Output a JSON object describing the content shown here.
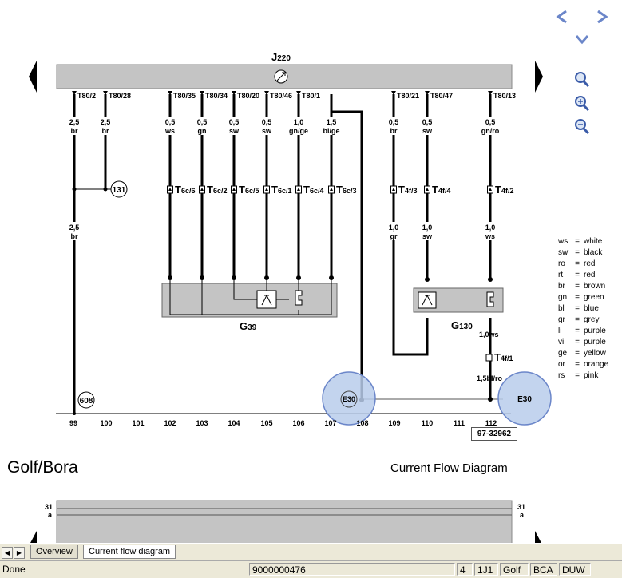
{
  "diagram": {
    "control_unit": {
      "letter": "J",
      "sub": "220"
    },
    "connectors": [
      {
        "label": "T80/2"
      },
      {
        "label": "T80/28"
      },
      {
        "label": "T80/35"
      },
      {
        "label": "T80/34"
      },
      {
        "label": "T80/20"
      },
      {
        "label": "T80/46"
      },
      {
        "label": "T80/1"
      },
      {
        "label": "T80/21"
      },
      {
        "label": "T80/47"
      },
      {
        "label": "T80/13"
      }
    ],
    "wire_specs_top": [
      {
        "size": "2,5",
        "color": "br"
      },
      {
        "size": "2,5",
        "color": "br"
      },
      {
        "size": "0,5",
        "color": "ws"
      },
      {
        "size": "0,5",
        "color": "gn"
      },
      {
        "size": "0,5",
        "color": "sw"
      },
      {
        "size": "0,5",
        "color": "sw"
      },
      {
        "size": "1,0",
        "color": "gn/ge"
      },
      {
        "size": "1,5",
        "color": "bl/ge"
      },
      {
        "size": "0,5",
        "color": "br"
      },
      {
        "size": "0,5",
        "color": "sw"
      },
      {
        "size": "0,5",
        "color": "gn/ro"
      }
    ],
    "connector_t6c": [
      {
        "big": "T",
        "sub": "6c/6"
      },
      {
        "big": "T",
        "sub": "6c/2"
      },
      {
        "big": "T",
        "sub": "6c/5"
      },
      {
        "big": "T",
        "sub": "6c/1"
      },
      {
        "big": "T",
        "sub": "6c/4"
      },
      {
        "big": "T",
        "sub": "6c/3"
      }
    ],
    "connector_t4f": [
      {
        "big": "T",
        "sub": "4f/3"
      },
      {
        "big": "T",
        "sub": "4f/4"
      },
      {
        "big": "T",
        "sub": "4f/2"
      }
    ],
    "wire_specs_mid": [
      {
        "size": "2,5",
        "color": "br"
      },
      {
        "size": "1,0",
        "color": "gr"
      },
      {
        "size": "1,0",
        "color": "sw"
      },
      {
        "size": "1,0",
        "color": "ws"
      }
    ],
    "ref_131": "131",
    "ref_608": "608",
    "component_g39": {
      "letter": "G",
      "sub": "39"
    },
    "component_g130": {
      "letter": "G",
      "sub": "130"
    },
    "lower_wire_1": "1,0ws",
    "lower_connector": {
      "big": "T",
      "sub": "4f/1"
    },
    "lower_wire_2": "1,5bl/ro",
    "e30_small": "E30",
    "e30_big": "E30",
    "track_numbers": [
      "99",
      "100",
      "101",
      "102",
      "103",
      "104",
      "105",
      "106",
      "107",
      "108",
      "109",
      "110",
      "111",
      "112"
    ],
    "ref_box": "97-32962",
    "bottom_labels": {
      "left_num": "31",
      "left_sub": "a",
      "right_num": "31",
      "right_sub": "a"
    }
  },
  "legend": [
    {
      "code": "ws",
      "name": "white"
    },
    {
      "code": "sw",
      "name": "black"
    },
    {
      "code": "ro",
      "name": "red"
    },
    {
      "code": "rt",
      "name": "red"
    },
    {
      "code": "br",
      "name": "brown"
    },
    {
      "code": "gn",
      "name": "green"
    },
    {
      "code": "bl",
      "name": "blue"
    },
    {
      "code": "gr",
      "name": "grey"
    },
    {
      "code": "li",
      "name": "purple"
    },
    {
      "code": "vi",
      "name": "purple"
    },
    {
      "code": "ge",
      "name": "yellow"
    },
    {
      "code": "or",
      "name": "orange"
    },
    {
      "code": "rs",
      "name": "pink"
    }
  ],
  "legend_eq": "=",
  "page_title_left": "Golf/Bora",
  "page_title_right": "Current Flow Diagram",
  "tabs": [
    {
      "label": "Overview",
      "active": false
    },
    {
      "label": "Current flow diagram",
      "active": true
    }
  ],
  "status": {
    "text": "Done",
    "doc_number": "9000000476",
    "page": "4",
    "code": "1J1",
    "model": "Golf",
    "engine": "BCA",
    "trans": "DUW"
  },
  "icons": {
    "prev": "chevron-left-icon",
    "next": "chevron-right-icon",
    "down": "chevron-down-icon",
    "zoom": "magnifier-icon",
    "zoom_in": "zoom-in-icon",
    "zoom_out": "zoom-out-icon",
    "page_left": "triangle-left-icon",
    "page_right": "triangle-right-icon"
  },
  "colors": {
    "unit_fill": "#c4c4c4",
    "e30_fill": "#b9cdeb",
    "e30_stroke": "#6b86c9"
  }
}
